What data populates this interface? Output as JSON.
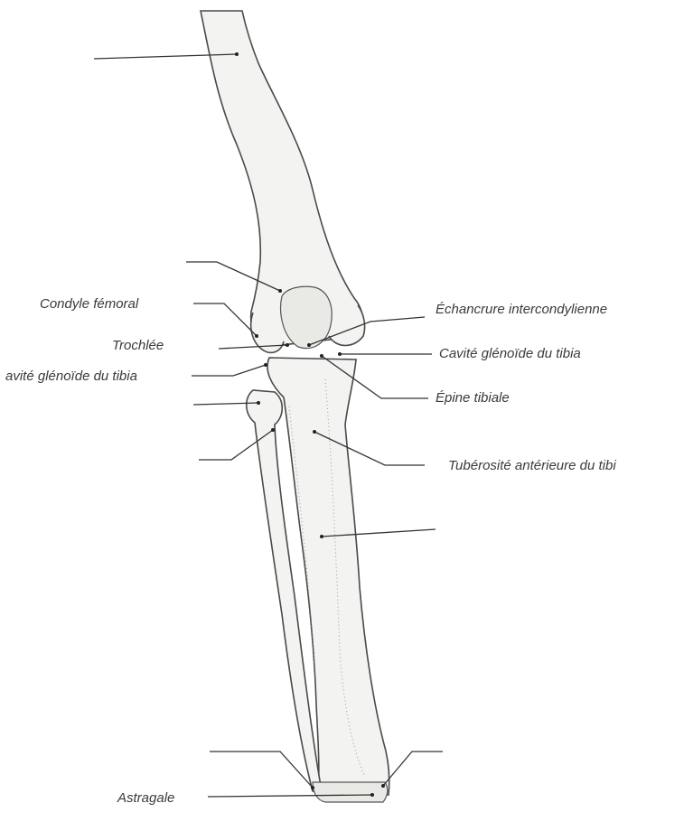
{
  "labels": {
    "condyle_femoral": "Condyle fémoral",
    "trochlee": "Trochlée",
    "cavite_glenoide_left": "avité glénoïde du tibia",
    "echancrure": "Échancrure intercondylienne",
    "cavite_glenoide_right": "Cavité glénoïde du tibia",
    "epine_tibiale": "Épine tibiale",
    "tuberosite": "Tubérosité antérieure du tibi",
    "astragale": "Astragale"
  },
  "colors": {
    "background": "#ffffff",
    "bone_fill": "#f3f3f1",
    "outline": "#4a4a4a",
    "text": "#3a3a3a"
  }
}
